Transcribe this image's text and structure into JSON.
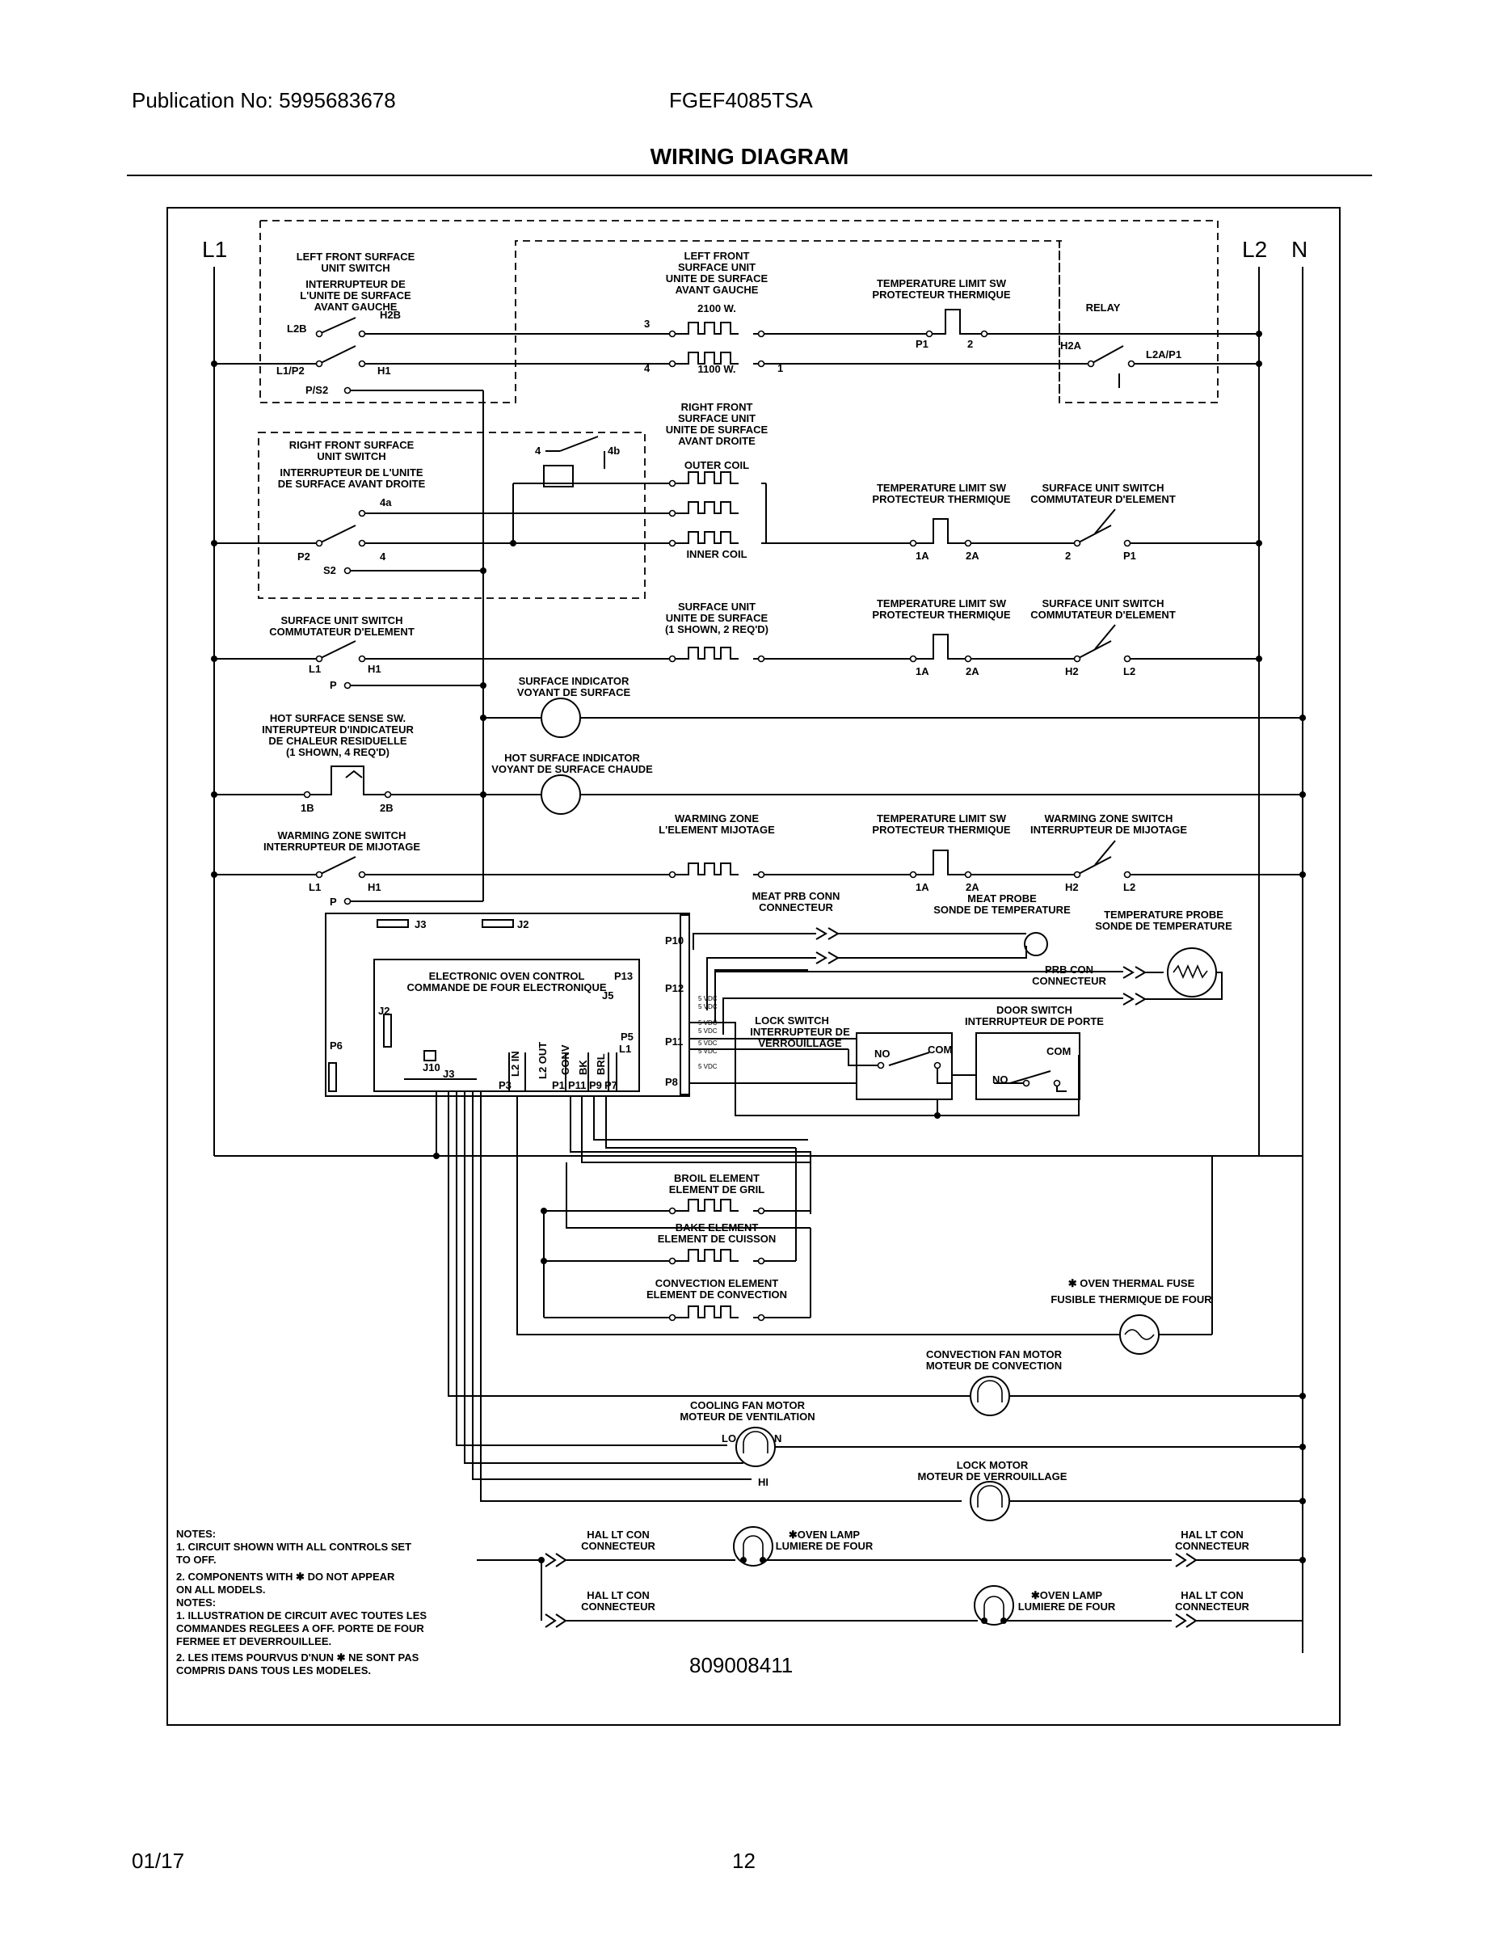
{
  "header": {
    "publication": "Publication No: 5995683678",
    "model": "FGEF4085TSA",
    "title": "WIRING DIAGRAM"
  },
  "footer": {
    "date": "01/17",
    "page": "12"
  },
  "lines": {
    "l1": "L1",
    "l2": "L2",
    "n": "N"
  },
  "components": {
    "lf_switch": [
      "LEFT FRONT SURFACE",
      "UNIT SWITCH",
      "INTERRUPTEUR DE",
      "L'UNITE DE SURFACE",
      "AVANT GAUCHE"
    ],
    "lf_unit": [
      "LEFT FRONT",
      "SURFACE UNIT",
      "UNITE DE SURFACE",
      "AVANT GAUCHE"
    ],
    "w2100": "2100 W.",
    "w1100": "1100 W.",
    "temp_limit": [
      "TEMPERATURE LIMIT SW",
      "PROTECTEUR THERMIQUE"
    ],
    "relay": "RELAY",
    "rf_switch": [
      "RIGHT FRONT SURFACE",
      "UNIT SWITCH",
      "INTERRUPTEUR DE L'UNITE",
      "DE SURFACE AVANT DROITE"
    ],
    "rf_unit": [
      "RIGHT FRONT",
      "SURFACE UNIT",
      "UNITE DE SURFACE",
      "AVANT DROITE"
    ],
    "outer_coil": "OUTER COIL",
    "inner_coil": "INNER COIL",
    "su_switch": [
      "SURFACE UNIT SWITCH",
      "COMMUTATEUR D'ELEMENT"
    ],
    "surface_unit": [
      "SURFACE UNIT",
      "UNITE DE SURFACE",
      "(1 SHOWN, 2 REQ'D)"
    ],
    "surface_indicator": [
      "SURFACE INDICATOR",
      "VOYANT DE SURFACE"
    ],
    "hot_sense": [
      "HOT SURFACE SENSE SW.",
      "INTERUPTEUR D'INDICATEUR",
      "DE CHALEUR RESIDUELLE",
      "(1 SHOWN, 4 REQ'D)"
    ],
    "hot_indicator": [
      "HOT SURFACE INDICATOR",
      "VOYANT DE SURFACE CHAUDE"
    ],
    "wz_switch_left": [
      "WARMING ZONE SWITCH",
      "INTERRUPTEUR DE MIJOTAGE"
    ],
    "wz_element": [
      "WARMING ZONE",
      "L'ELEMENT MIJOTAGE"
    ],
    "wz_switch_right": [
      "WARMING ZONE SWITCH",
      "INTERRUPTEUR DE MIJOTAGE"
    ],
    "eoc": [
      "ELECTRONIC OVEN CONTROL",
      "COMMANDE DE FOUR ELECTRONIQUE"
    ],
    "meat_conn": [
      "MEAT PRB CONN",
      "CONNECTEUR"
    ],
    "meat_probe": [
      "MEAT PROBE",
      "SONDE DE TEMPERATURE"
    ],
    "temp_probe": [
      "TEMPERATURE PROBE",
      "SONDE DE TEMPERATURE"
    ],
    "prb_conn": [
      "PRB CON",
      "CONNECTEUR"
    ],
    "lock_switch": [
      "LOCK SWITCH",
      "INTERRUPTEUR DE",
      "VERROUILLAGE"
    ],
    "door_switch": [
      "DOOR SWITCH",
      "INTERRUPTEUR DE PORTE"
    ],
    "broil": [
      "BROIL ELEMENT",
      "ELEMENT DE GRIL"
    ],
    "bake": [
      "BAKE ELEMENT",
      "ELEMENT DE CUISSON"
    ],
    "convection": [
      "CONVECTION ELEMENT",
      "ELEMENT DE CONVECTION"
    ],
    "fuse": [
      "✱ OVEN THERMAL FUSE",
      "FUSIBLE THERMIQUE DE FOUR"
    ],
    "conv_fan": [
      "CONVECTION FAN MOTOR",
      "MOTEUR DE CONVECTION"
    ],
    "cool_fan": [
      "COOLING FAN MOTOR",
      "MOTEUR DE VENTILATION"
    ],
    "lock_motor": [
      "LOCK MOTOR",
      "MOTEUR DE VERROUILLAGE"
    ],
    "hal_conn": [
      "HAL LT CON",
      "CONNECTEUR"
    ],
    "oven_lamp": [
      "✱OVEN LAMP",
      "LUMIERE DE FOUR"
    ]
  },
  "terminals": {
    "l2b": "L2B",
    "h2b": "H2B",
    "l1p2": "L1/P2",
    "h1": "H1",
    "ps2": "P/S2",
    "t3": "3",
    "t4": "4",
    "t1": "1",
    "t2": "2",
    "p1": "P1",
    "h2a": "H2A",
    "l2ap1": "L2A/P1",
    "t4b": "4b",
    "t4a": "4a",
    "p2": "P2",
    "s2": "S2",
    "t1a": "1A",
    "t2a": "2A",
    "l1": "L1",
    "p": "P",
    "h2": "H2",
    "l2": "L2",
    "t1b": "1B",
    "t2b": "2B",
    "no": "NO",
    "com": "COM",
    "lo": "LO",
    "n": "N",
    "hi": "HI"
  },
  "board": {
    "j3": "J3",
    "j2": "J2",
    "p10": "P10",
    "p13": "P13",
    "j5": "J5",
    "p12": "P12",
    "p11": "P11",
    "p8": "P8",
    "p5": "P5",
    "p6": "P6",
    "j10": "J10",
    "j3b": "J3",
    "l1": "L1",
    "pins": [
      "L2 IN",
      "L2 OUT",
      "CONV",
      "BK",
      "BRL"
    ],
    "bottom": [
      "P3",
      "P1",
      "P11",
      "P9",
      "P7"
    ],
    "voltages": [
      "5 VDC",
      "5 VDC",
      "5 VDC",
      "5 VDC",
      "5 VDC",
      "5 VDC",
      "5 VDC"
    ]
  },
  "notes": [
    "NOTES:",
    "1.  CIRCUIT SHOWN WITH ALL CONTROLS SET",
    "     TO OFF.",
    "2.  COMPONENTS WITH  ✱  DO NOT APPEAR",
    "     ON ALL MODELS.",
    "NOTES:",
    "1.  ILLUSTRATION DE CIRCUIT AVEC TOUTES LES",
    "     COMMANDES REGLEES A OFF.   PORTE DE FOUR",
    "     FERMEE ET DEVERROUILLEE.",
    "2.  LES ITEMS POURVUS D'NUN ✱ NE SONT    PAS",
    "     COMPRIS DANS TOUS LES MODELES."
  ],
  "serial": "809008411"
}
